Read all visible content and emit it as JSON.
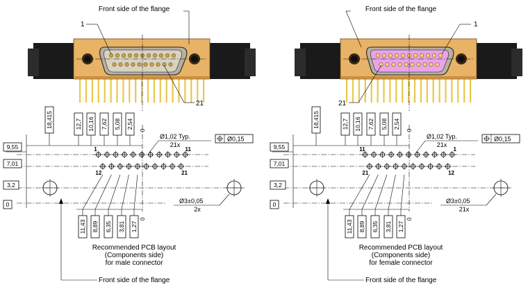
{
  "flange_label": "Front side of the flange",
  "panels": [
    {
      "id": "male",
      "top_pin_label": "1",
      "bottom_pin_label": "21",
      "row_top_first": "1",
      "row_top_last": "11",
      "row_bottom_first": "12",
      "row_bottom_last": "21",
      "caption": [
        "Recommended PCB layout",
        "(Components side)",
        "for male connector"
      ],
      "hole_note": "Ø3±0,05",
      "hole_count": "2x",
      "pin_note": "Ø1,02 Typ.",
      "pin_count": "21x",
      "tolerance": "Ø0,15",
      "insert_color": "#d8d2c0"
    },
    {
      "id": "female",
      "top_pin_label": "1",
      "bottom_pin_label": "21",
      "row_top_first": "11",
      "row_top_last": "1",
      "row_bottom_first": "21",
      "row_bottom_last": "12",
      "caption": [
        "Recommended PCB layout",
        "(Components side)",
        "for female connector"
      ],
      "hole_note": "Ø3±0,05",
      "hole_count": "21x",
      "pin_note": "Ø1,02 Typ.",
      "pin_count": "21x",
      "tolerance": "Ø0,15",
      "insert_color": "#e9a3e6"
    }
  ],
  "dims_top": [
    "18,415",
    "12,7",
    "10,16",
    "7,62",
    "5,08",
    "2,54",
    "0"
  ],
  "dims_bottom": [
    "11,43",
    "8,89",
    "6,35",
    "3,81",
    "1,27",
    "0"
  ],
  "dims_left": [
    "9,55",
    "7,01",
    "3,2",
    "0"
  ],
  "colors": {
    "flange": "#e8b366",
    "housing": "#1a1a1a",
    "pins": "#e8c84a"
  }
}
